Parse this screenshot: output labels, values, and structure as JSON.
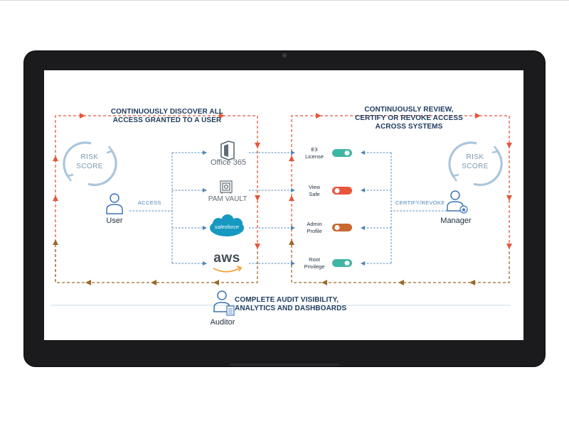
{
  "headings": {
    "discover_pre": "CONTINUOUSLY ",
    "discover_em": "DISCOVER",
    "discover_post": " ALL",
    "discover_line2": "ACCESS GRANTED TO A USER",
    "review_pre": "CONTINUOUSLY ",
    "review_em": "REVIEW,",
    "review_line2": "CERTIFY OR REVOKE ACCESS",
    "review_line3": "ACROSS SYSTEMS",
    "audit_pre": "COMPLETE ",
    "audit_em": "AUDIT VISIBILITY,",
    "audit_line2": "ANALYTICS AND DASHBOARDS"
  },
  "risk_score": {
    "line1": "RISK",
    "line2": "SCORE"
  },
  "actors": {
    "user": "User",
    "manager": "Manager",
    "auditor": "Auditor"
  },
  "flow_labels": {
    "access": "ACCESS",
    "certify": "CERTIFY/REVOKE"
  },
  "systems": {
    "office": "Office 365",
    "pam": "PAM VAULT",
    "salesforce": "salesforce",
    "aws": "aws"
  },
  "access_items": [
    {
      "line1": "E3",
      "line2": "License",
      "state": "on"
    },
    {
      "line1": "View",
      "line2": "Safe",
      "state": "off"
    },
    {
      "line1": "Admin",
      "line2": "Profile",
      "state": "warn"
    },
    {
      "line1": "Root",
      "line2": "Privilege",
      "state": "on"
    }
  ],
  "colors": {
    "loop_red": "#e2573a",
    "loop_brown": "#9a6a2a",
    "flow_blue": "#4f86b8",
    "heading": "#1c3a5e",
    "toggle_on": "#3fb5a6",
    "toggle_off": "#e8553b",
    "toggle_warn": "#c9682f",
    "salesforce": "#1798c1"
  },
  "icons": [
    "office-365-icon",
    "pam-vault-icon",
    "salesforce-cloud-icon",
    "aws-smile-icon",
    "user-icon",
    "manager-icon",
    "auditor-icon",
    "refresh-cycle-icon"
  ]
}
